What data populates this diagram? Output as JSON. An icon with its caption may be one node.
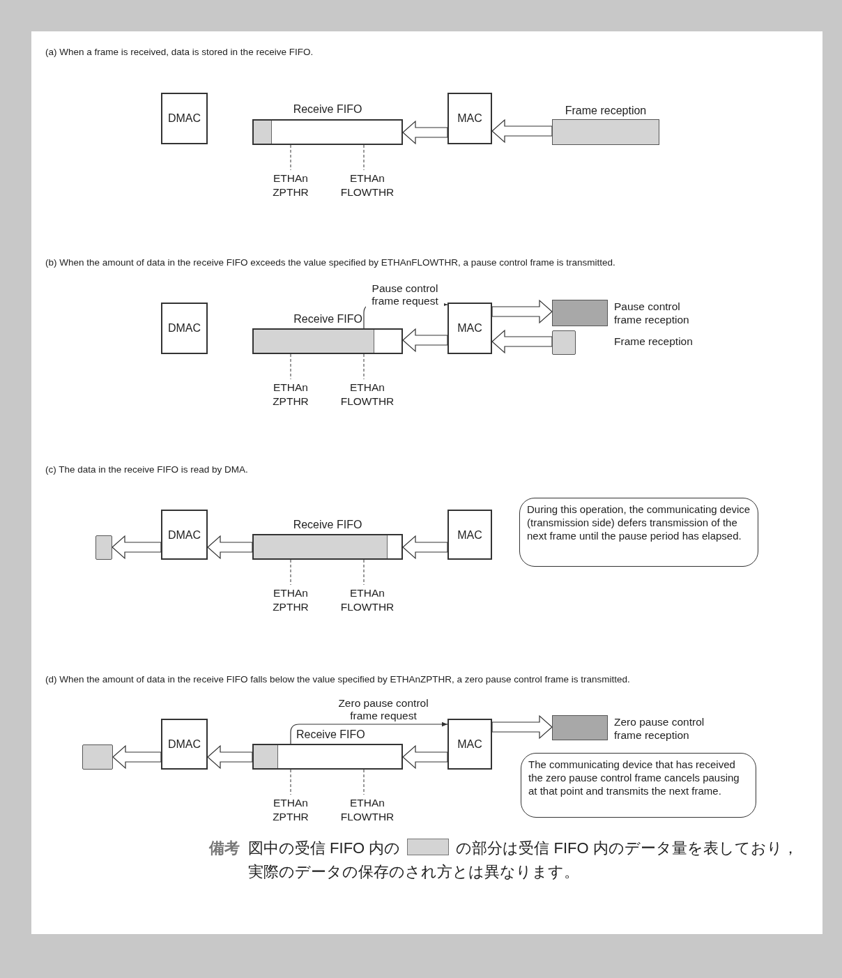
{
  "diagram": {
    "nodes": [
      {
        "text": [
          "DMAC"
        ]
      },
      {
        "text": [
          "Receive FIFO"
        ],
        "beside": [
          "ETHAn ZPTHR",
          "ETHAn FLOWTHR"
        ]
      },
      {
        "text": [
          "MAC"
        ]
      },
      {
        "text": [
          "Frame reception"
        ]
      },
      {
        "text": [
          "DMAC"
        ]
      },
      {
        "text": [
          "Receive FIFO"
        ],
        "beside": [
          "ETHAn ZPTHR",
          "ETHAn FLOWTHR"
        ]
      },
      {
        "text": [
          "MAC"
        ]
      },
      {
        "text": [],
        "shape": "bar",
        "beside": [
          "Pause control frame reception"
        ]
      },
      {
        "text": [],
        "shape": "box"
      },
      {
        "text": [],
        "shape": "box"
      },
      {
        "text": [
          "DMAC"
        ]
      },
      {
        "text": [
          "Receive FIFO"
        ],
        "beside": [
          "ETHAn ZPTHR",
          "ETHAn FLOWTHR"
        ]
      },
      {
        "text": [
          "MAC"
        ]
      },
      {
        "text": [
          "During this operation, the communicating device (transmission side) defers transmission of the next frame until the pause period has elapsed."
        ]
      },
      {
        "text": [],
        "shape": "box"
      },
      {
        "text": [
          "DMAC"
        ]
      },
      {
        "text": [
          "Receive FIFO"
        ],
        "beside": [
          "ETHAn ZPTHR",
          "ETHAn FLOWTHR"
        ]
      },
      {
        "text": [
          "MAC"
        ]
      },
      {
        "text": [],
        "shape": "bar",
        "beside": [
          "Zero pause control frame reception"
        ]
      },
      {
        "text": [
          "The communicating device that has received the zero pause control frame cancels pausing at that point and transmits the next frame."
        ]
      }
    ],
    "edges": [
      {
        "from": 3,
        "to": 2,
        "arrow": "to"
      },
      {
        "from": 2,
        "to": 1,
        "arrow": "to"
      },
      {
        "from": 8,
        "to": 6,
        "arrow": "to"
      },
      {
        "from": 6,
        "to": 5,
        "arrow": "to"
      },
      {
        "from": 5,
        "to": 6,
        "arrow": "to",
        "label": "Pause control frame request"
      },
      {
        "from": 6,
        "to": 7,
        "arrow": "to"
      },
      {
        "from": 12,
        "to": 11,
        "arrow": "to"
      },
      {
        "from": 11,
        "to": 10,
        "arrow": "to"
      },
      {
        "from": 10,
        "to": 9,
        "arrow": "to"
      },
      {
        "from": 17,
        "to": 16,
        "arrow": "to"
      },
      {
        "from": 16,
        "to": 15,
        "arrow": "to"
      },
      {
        "from": 15,
        "to": 14,
        "arrow": "to"
      },
      {
        "from": 16,
        "to": 17,
        "arrow": "to",
        "label": "Zero pause control frame request"
      },
      {
        "from": 17,
        "to": 18,
        "arrow": "to"
      }
    ],
    "labels": [
      "(a)  When a frame is received, data is stored in the receive FIFO.",
      "(b)  When the amount of data in the receive FIFO exceeds the value specified by ETHAnFLOWTHR, a pause control frame is transmitted.",
      "Frame reception",
      "(c)  The data in the receive FIFO is read by DMA.",
      "(d)  When the amount of data in the receive FIFO falls below the value specified by ETHAnZPTHR, a zero pause control frame is transmitted.",
      "備考",
      "図中の受信 FIFO 内の"
    ],
    "legend": [
      {
        "text": "の部分は受信 FIFO 内のデータ量を表しており，実際のデータの保存のされ方とは異なります。",
        "color": "#d4d4d4"
      }
    ]
  }
}
